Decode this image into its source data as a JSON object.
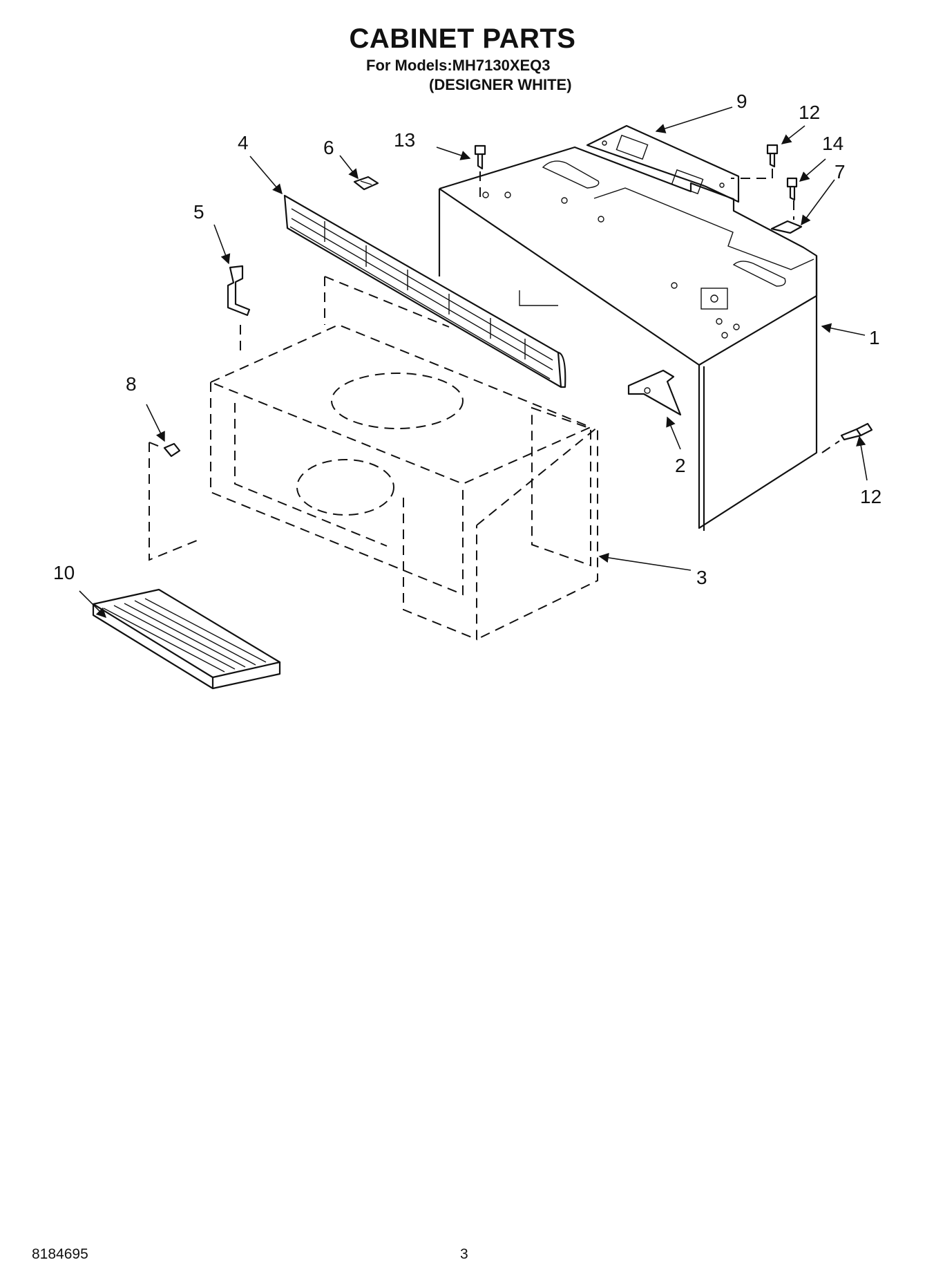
{
  "header": {
    "title": "CABINET PARTS",
    "models_line": "For Models:MH7130XEQ3",
    "color_line": "(DESIGNER WHITE)"
  },
  "callouts": {
    "c1": "1",
    "c2": "2",
    "c3": "3",
    "c4": "4",
    "c5": "5",
    "c6": "6",
    "c7": "7",
    "c8": "8",
    "c9": "9",
    "c10": "10",
    "c12a": "12",
    "c12b": "12",
    "c13": "13",
    "c14": "14"
  },
  "footer": {
    "doc_number": "8184695",
    "page_number": "3"
  }
}
